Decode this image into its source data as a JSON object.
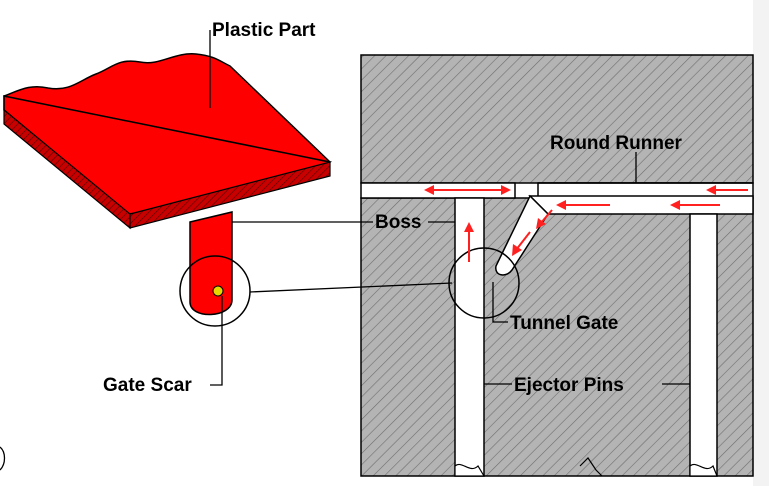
{
  "labels": {
    "plastic_part": "Plastic Part",
    "round_runner": "Round Runner",
    "boss": "Boss",
    "tunnel_gate": "Tunnel Gate",
    "gate_scar": "Gate Scar",
    "ejector_pins": "Ejector Pins"
  },
  "colors": {
    "part_red": "#ff0000",
    "mold_gray": "#aaaaaa",
    "right_panel": "#f3f3f3",
    "arrow_red": "#ff2020"
  },
  "icons": {
    "flow_arrow": "left-arrow / up-arrow shapes",
    "gate_scar": "yellow-dot"
  }
}
